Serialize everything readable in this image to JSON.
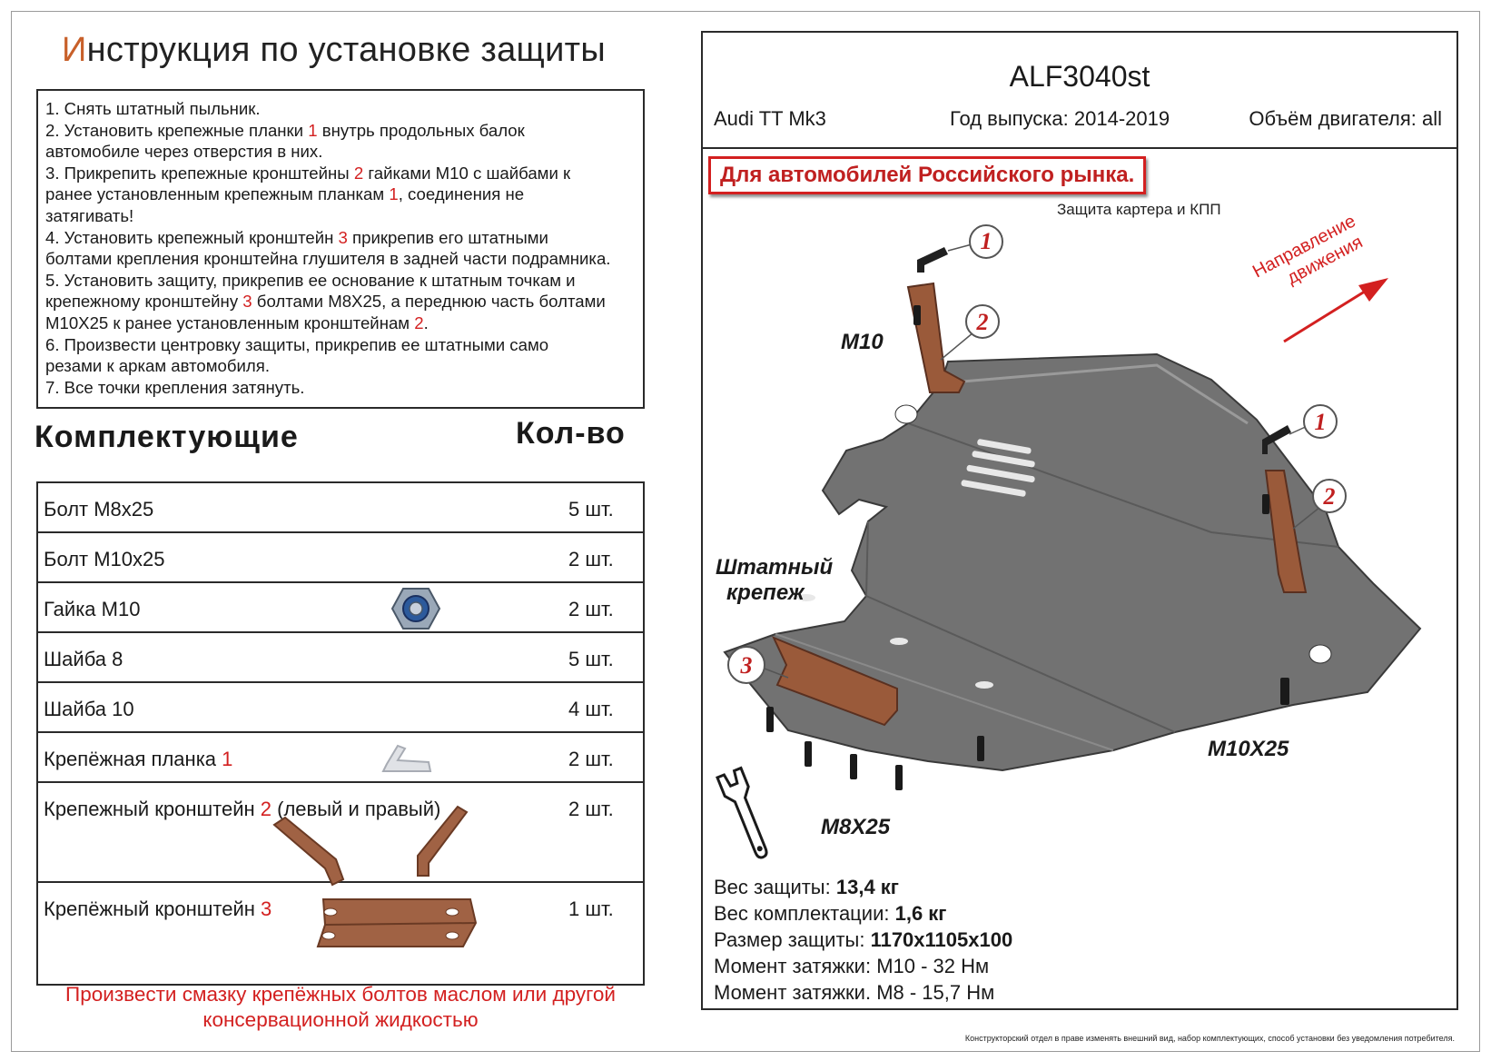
{
  "title": {
    "first_letter": "И",
    "rest": "нструкция по установке защиты"
  },
  "instructions": [
    [
      {
        "t": "1.     Снять штатный пыльник."
      }
    ],
    [
      {
        "t": "2.     Установить крепежные планки "
      },
      {
        "t": "1",
        "red": true
      },
      {
        "t": "  внутрь продольных балок"
      }
    ],
    [
      {
        "t": "автомобиле через отверстия в них."
      }
    ],
    [
      {
        "t": "3.     Прикрепить крепежные кронштейны "
      },
      {
        "t": "2",
        "red": true
      },
      {
        "t": " гайками М10 с шайбами к"
      }
    ],
    [
      {
        "t": "ранее установленным крепежным планкам "
      },
      {
        "t": "1",
        "red": true
      },
      {
        "t": ", соединения не"
      }
    ],
    [
      {
        "t": "затягивать!"
      }
    ],
    [
      {
        "t": "4.     Установить крепежный кронштейн "
      },
      {
        "t": "3",
        "red": true
      },
      {
        "t": " прикрепив его штатными"
      }
    ],
    [
      {
        "t": "болтами крепления кронштейна глушителя в задней части подрамника."
      }
    ],
    [
      {
        "t": "5.     Установить защиту, прикрепив ее основание к штатным точкам и"
      }
    ],
    [
      {
        "t": "крепежному кронштейну "
      },
      {
        "t": "3",
        "red": true
      },
      {
        "t": " болтами М8Х25, а переднюю часть болтами"
      }
    ],
    [
      {
        "t": "М10Х25 к ранее установленным кронштейнам "
      },
      {
        "t": "2",
        "red": true
      },
      {
        "t": "."
      }
    ],
    [
      {
        "t": "6.     Произвести центровку защиты, прикрепив ее штатными само"
      }
    ],
    [
      {
        "t": "резами к аркам  автомобиля."
      }
    ],
    [
      {
        "t": "7.     Все точки крепления затянуть."
      }
    ]
  ],
  "parts_heading": "Комплектующие",
  "qty_heading": "Кол-во",
  "parts": [
    {
      "name": "Болт М8х25",
      "qty": "5 шт."
    },
    {
      "name": "Болт М10х25",
      "qty": "2 шт."
    },
    {
      "name": "Гайка М10",
      "qty": "2 шт.",
      "icon": "nut-icon"
    },
    {
      "name": "Шайба 8",
      "qty": "5 шт."
    },
    {
      "name": "Шайба 10",
      "qty": "4 шт."
    },
    {
      "name": "Крепёжная планка ",
      "num": "1",
      "qty": "2 шт.",
      "icon": "mounting-plate-icon"
    },
    {
      "name": "Крепежный кронштейн ",
      "num": "2",
      "suffix": " (левый и правый)",
      "qty": "2 шт.",
      "icon": "bracket-pair-icon"
    },
    {
      "name": "Крепёжный кронштейн ",
      "num": "3",
      "qty": "1 шт.",
      "icon": "rear-bracket-icon"
    }
  ],
  "note_lines": [
    "Произвести смазку крепёжных болтов маслом или другой",
    "консервационной жидкостью"
  ],
  "header": {
    "article": "ALF3040st",
    "car": "Audi TT Mk3",
    "year": "Год выпуска: 2014-2019",
    "engine": "Объём двигателя: all"
  },
  "market": "Для автомобилей Российского рынка.",
  "drawing": {
    "caption": "Защита картера и КПП",
    "direction_line1": "Направление",
    "direction_line2": "движения",
    "m10": "M10",
    "stock_line1": "Штатный",
    "stock_line2": "крепеж",
    "m10x25": "M10X25",
    "m8x25": "M8X25",
    "callouts": [
      "1",
      "2",
      "1",
      "2",
      "3"
    ]
  },
  "specs": [
    {
      "label": "Вес защиты: ",
      "value": "13,4 кг"
    },
    {
      "label": "Вес комплектации: ",
      "value": "1,6 кг"
    },
    {
      "label": "Размер защиты: ",
      "value": "1170x1105x100"
    },
    {
      "label": "Момент затяжки:  М10 - 32 Нм",
      "value": ""
    },
    {
      "label": "Момент затяжки. М8 - 15,7 Нм",
      "value": ""
    }
  ],
  "footer": "Конструкторский отдел в праве изменять внешний вид, набор комплектующих, способ установки без уведомления потребителя.",
  "colors": {
    "accent_red": "#d32020",
    "bracket_brown": "#9a5a3a",
    "plate_gray": "#6f6f6f",
    "title_orange": "#c8602a"
  }
}
